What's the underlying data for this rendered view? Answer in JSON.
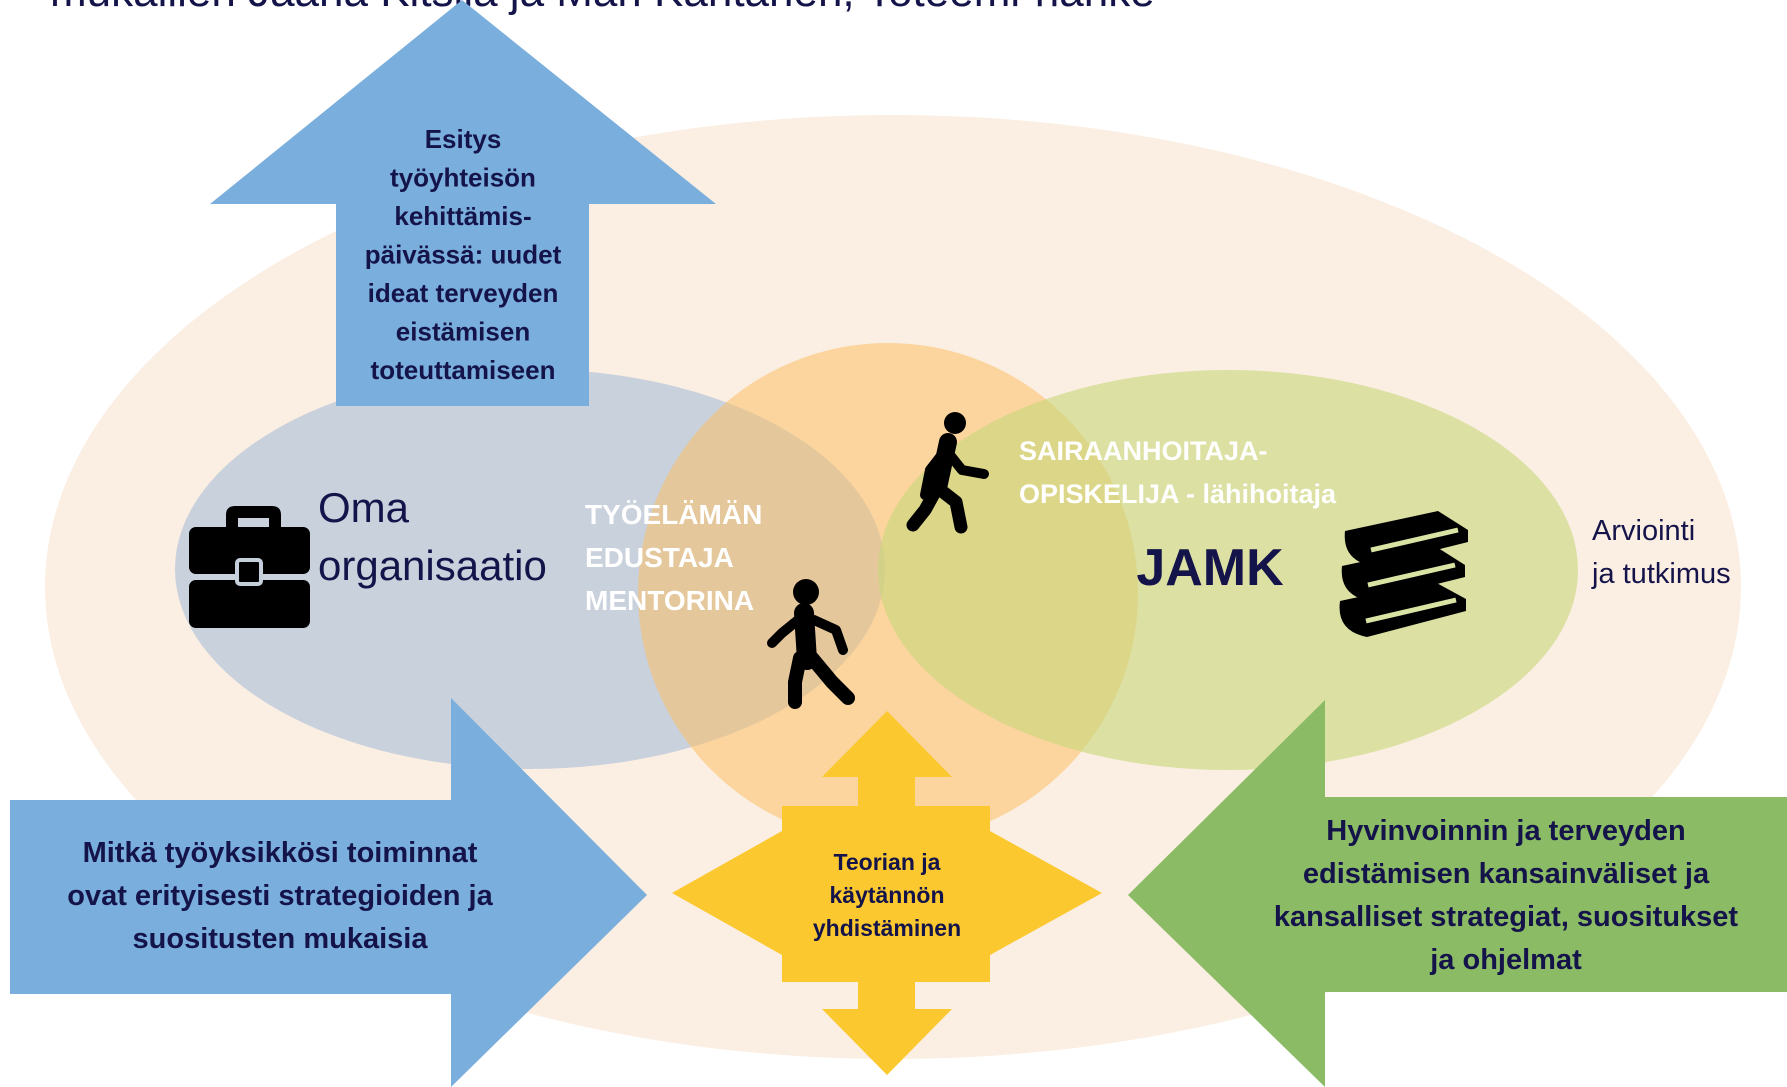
{
  "header": {
    "caption": "mukaillen Jaana Kitsila ja Mari Kantanen, Toteemi-hanke"
  },
  "colors": {
    "outer_ellipse": "#fbeee2",
    "left_ellipse": "#c6cfdc",
    "middle_circle": "#fad48e",
    "right_ellipse": "#d9e4a4",
    "blue_arrow": "#7aaedc",
    "green_arrow": "#8bbb64",
    "yellow_cross": "#fbc92f",
    "dark_text": "#14144a",
    "light_text": "#ffffff"
  },
  "up_arrow": {
    "lines": [
      "Esitys",
      "työyhteisön",
      "kehittämis-",
      "päivässä: uudet",
      "ideat terveyden",
      "eistämisen",
      "toteuttamiseen"
    ]
  },
  "left_ellipse": {
    "label_lines": [
      "Oma",
      "organisaatio"
    ],
    "icon": "briefcase-icon"
  },
  "middle": {
    "mentor_lines": [
      "TYÖELÄMÄN",
      "EDUSTAJA",
      "MENTORINA"
    ],
    "walker_icon": "walking-person-icon"
  },
  "right_ellipse": {
    "student_lines": [
      "SAIRAANHOITAJA-",
      "OPISKELIJA - lähihoitaja"
    ],
    "org_label": "JAMK",
    "icon": "books-icon"
  },
  "outer_label_lines": [
    "Arviointi",
    "ja tutkimus"
  ],
  "left_arrow": {
    "lines": [
      "Mitkä työyksikkösi toiminnat",
      "ovat  erityisesti strategioiden ja",
      "suositusten mukaisia"
    ]
  },
  "center_cross": {
    "lines": [
      "Teorian ja",
      "käytännön",
      "yhdistäminen"
    ]
  },
  "right_arrow": {
    "lines": [
      "Hyvinvoinnin ja terveyden",
      "edistämisen kansainväliset ja",
      "kansalliset strategiat, suositukset",
      "ja ohjelmat"
    ]
  }
}
